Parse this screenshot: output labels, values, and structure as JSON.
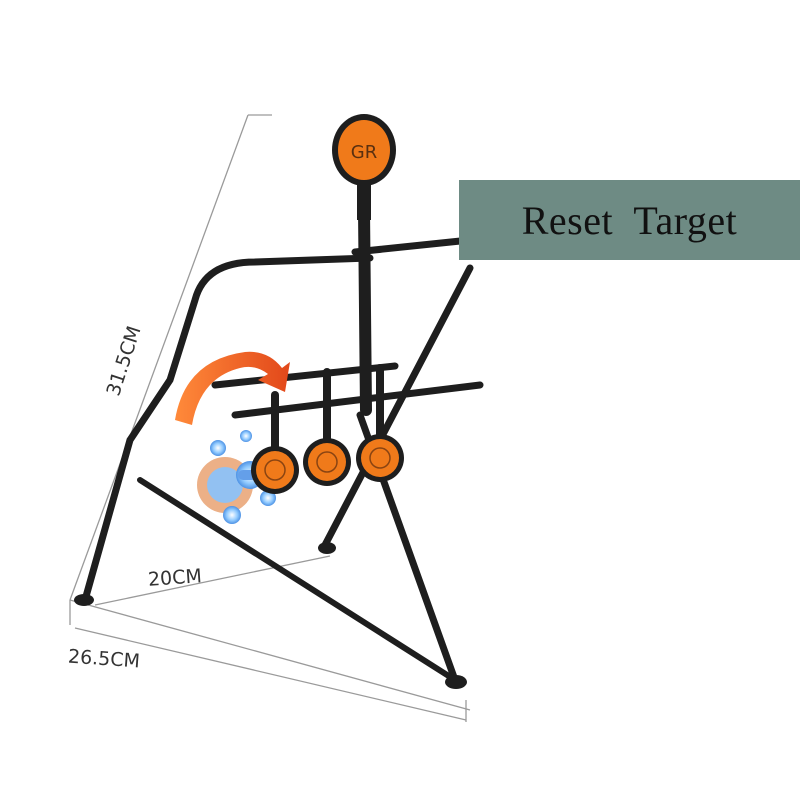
{
  "banner": {
    "label": "Reset  Target"
  },
  "dimensions": {
    "height": "31.5CM",
    "width": "20CM",
    "depth": "26.5CM"
  },
  "target_logo": "GR",
  "colors": {
    "banner_bg": "#6e8b84",
    "target_orange": "#f07a1a",
    "frame": "#1e1e1e",
    "arrow": "#ef5a1e"
  }
}
